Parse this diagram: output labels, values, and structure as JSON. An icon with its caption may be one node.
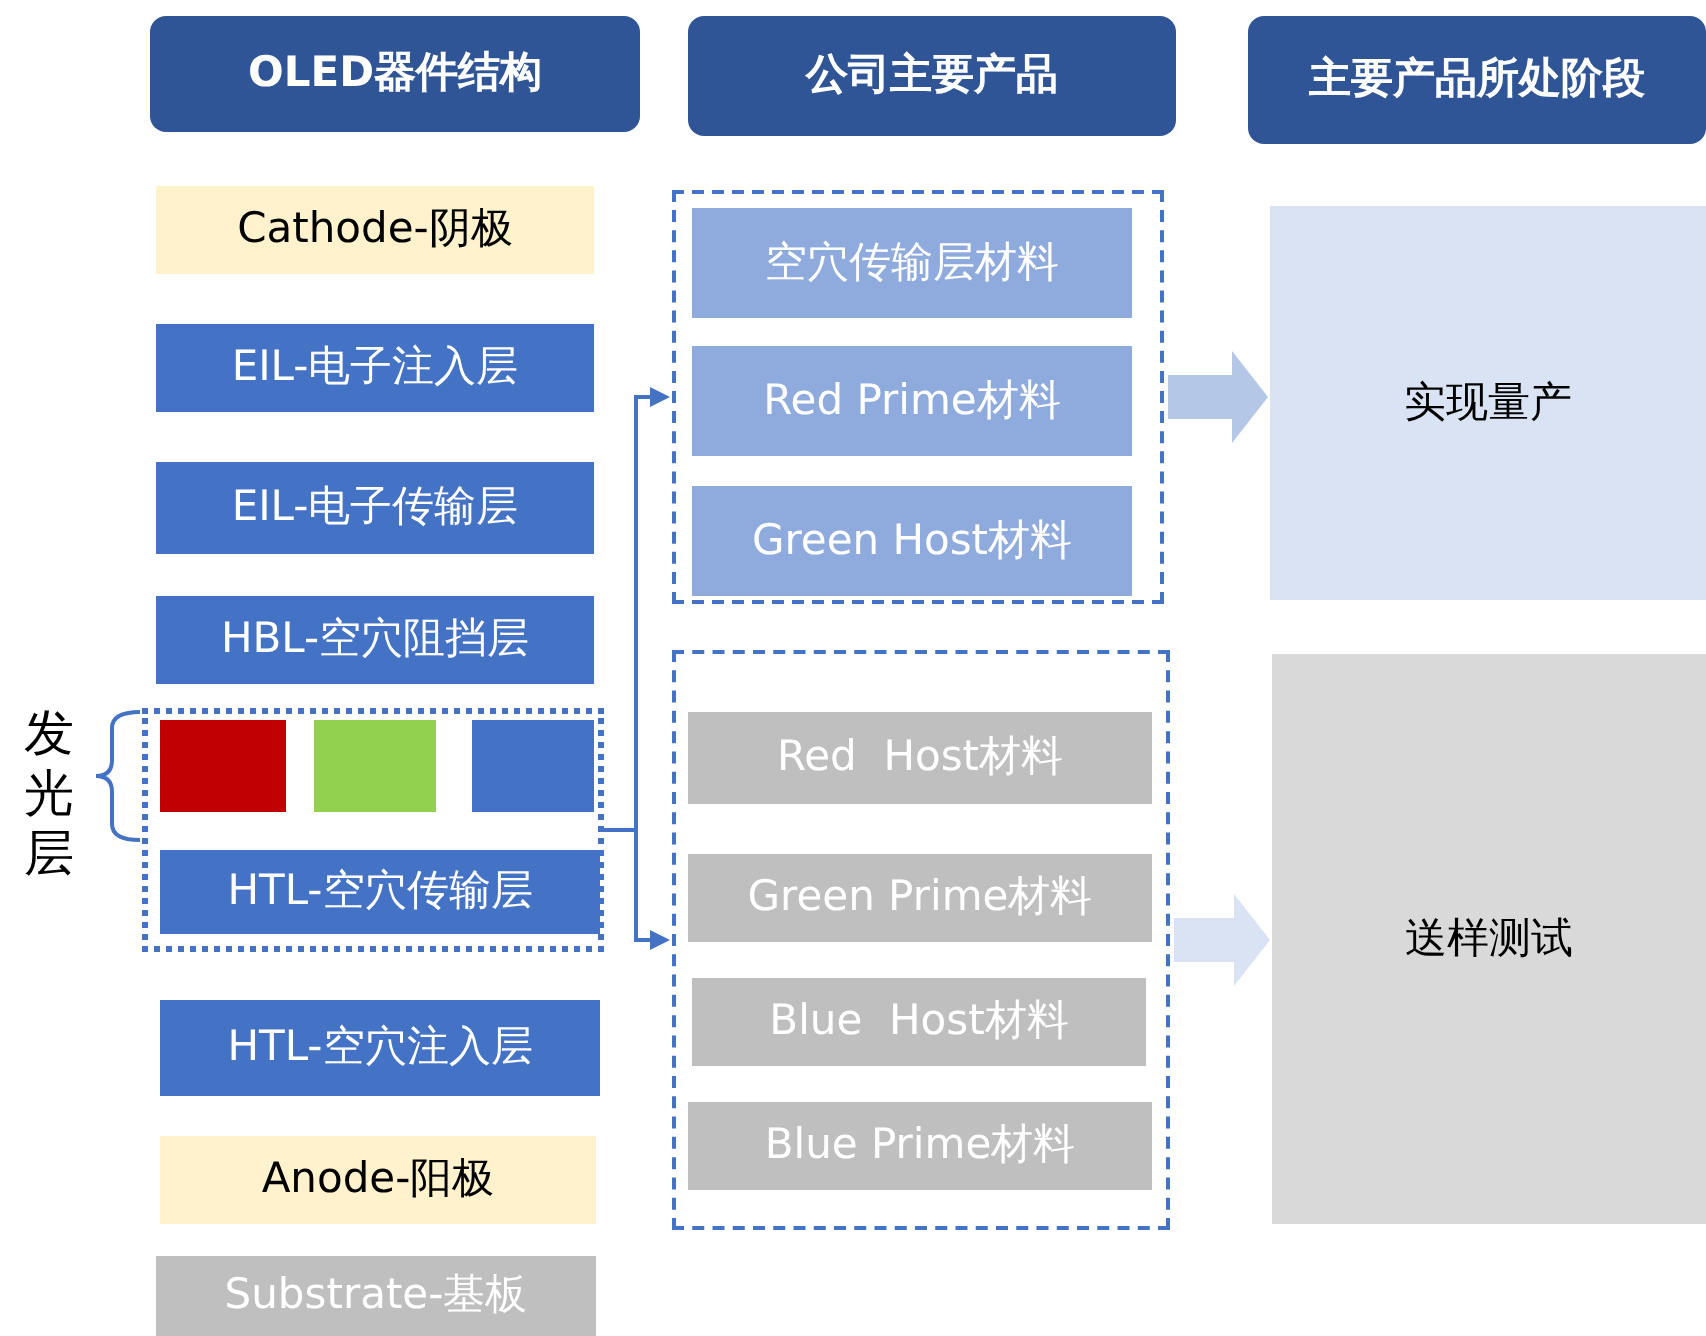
{
  "diagram": {
    "nodes": [
      {
        "text": [
          "OLED器件结构"
        ]
      },
      {
        "text": [
          "公司主要产品"
        ]
      },
      {
        "text": [
          "主要产品所处阶段"
        ]
      },
      {
        "text": [
          "Cathode-阴极"
        ]
      },
      {
        "text": [
          "EIL-电子注入层"
        ]
      },
      {
        "text": [
          "EIL-电子传输层"
        ]
      },
      {
        "text": [
          "HBL-空穴阻挡层"
        ]
      },
      {
        "text": [],
        "shape": "box"
      },
      {
        "text": [],
        "shape": "box",
        "in": 7
      },
      {
        "text": [],
        "shape": "box",
        "in": 7
      },
      {
        "text": [],
        "shape": "box",
        "in": 7
      },
      {
        "text": [
          "HTL-空穴传输层"
        ],
        "in": 7
      },
      {
        "text": [
          "HTL-空穴注入层"
        ]
      },
      {
        "text": [
          "Anode-阳极"
        ]
      },
      {
        "text": [
          "Substrate-基板"
        ]
      },
      {
        "text": [],
        "shape": "box"
      },
      {
        "text": [
          "空穴传输层材料"
        ],
        "in": 15
      },
      {
        "text": [
          "Red Prime材料"
        ],
        "in": 15
      },
      {
        "text": [
          "Green Host材料"
        ],
        "in": 15
      },
      {
        "text": [],
        "shape": "box"
      },
      {
        "text": [
          "Red  Host材料"
        ],
        "in": 19
      },
      {
        "text": [
          "Green Prime材料"
        ],
        "in": 19
      },
      {
        "text": [
          "Blue  Host材料"
        ],
        "in": 19
      },
      {
        "text": [
          "Blue Prime材料"
        ],
        "in": 19
      },
      {
        "text": [
          "实现量产"
        ]
      },
      {
        "text": [
          "送样测试"
        ]
      }
    ],
    "edges": [
      {
        "from": 7,
        "to": 15,
        "arrow": "to"
      },
      {
        "from": 7,
        "to": 19,
        "arrow": "to"
      },
      {
        "from": 15,
        "to": 24,
        "arrow": "to",
        "style": "thick",
        "color": "#b4c7e7"
      },
      {
        "from": 19,
        "to": 25,
        "arrow": "to",
        "style": "thick",
        "color": "#dae3f3"
      }
    ],
    "labels": [
      "发光层"
    ]
  }
}
